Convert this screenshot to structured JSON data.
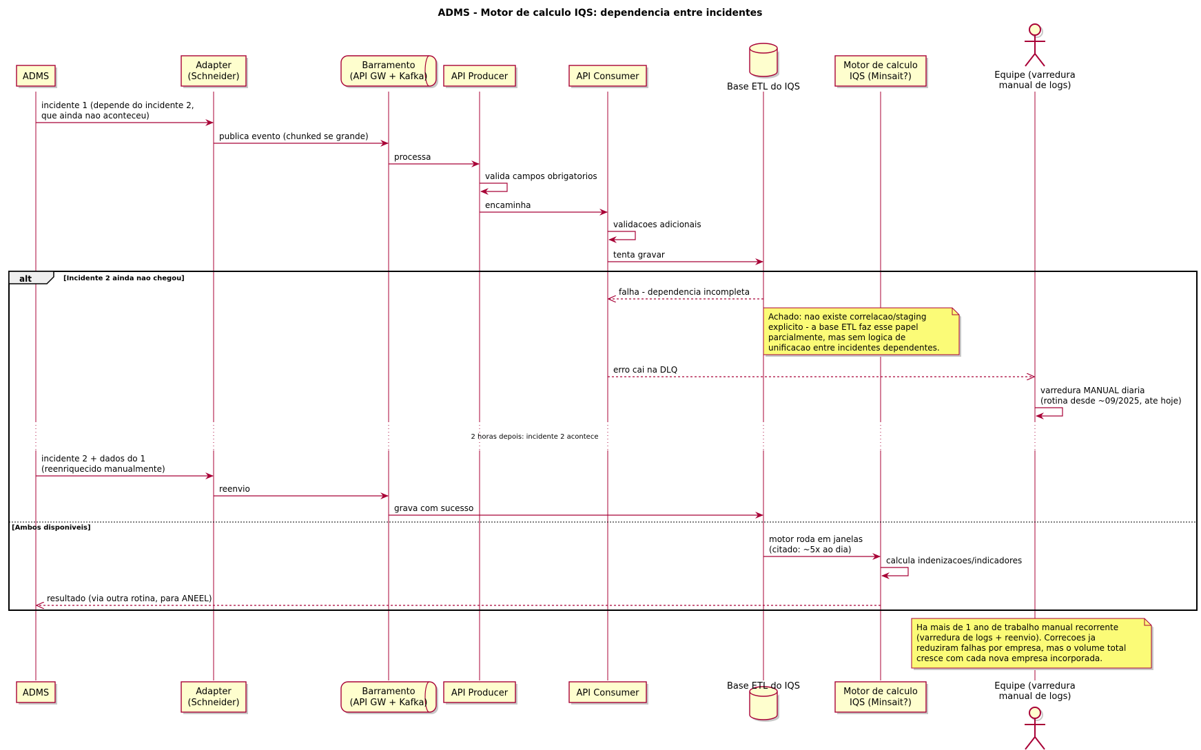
{
  "title": "ADMS - Motor de calculo IQS: dependencia entre incidentes",
  "participants": [
    {
      "id": "adms",
      "label": [
        "ADMS"
      ]
    },
    {
      "id": "adapter",
      "label": [
        "Adapter",
        "(Schneider)"
      ]
    },
    {
      "id": "barramento",
      "label": [
        "Barramento",
        "(API GW + Kafka)"
      ]
    },
    {
      "id": "producer",
      "label": [
        "API Producer"
      ]
    },
    {
      "id": "consumer",
      "label": [
        "API Consumer"
      ]
    },
    {
      "id": "etl",
      "label": [
        "Base ETL do IQS"
      ]
    },
    {
      "id": "motor",
      "label": [
        "Motor de calculo",
        "IQS (Minsait?)"
      ]
    },
    {
      "id": "equipe",
      "label": [
        "Equipe (varredura",
        "manual de logs)"
      ]
    }
  ],
  "messages": [
    {
      "from": "adms",
      "to": "adapter",
      "style": "solid",
      "label": [
        "incidente 1 (depende do incidente 2,",
        "que ainda nao aconteceu)"
      ]
    },
    {
      "from": "adapter",
      "to": "barramento",
      "style": "solid",
      "label": [
        "publica evento (chunked se grande)"
      ]
    },
    {
      "from": "barramento",
      "to": "producer",
      "style": "solid",
      "label": [
        "processa"
      ]
    },
    {
      "from": "producer",
      "to": "producer",
      "style": "solid",
      "label": [
        "valida campos obrigatorios"
      ]
    },
    {
      "from": "producer",
      "to": "consumer",
      "style": "solid",
      "label": [
        "encaminha"
      ]
    },
    {
      "from": "consumer",
      "to": "consumer",
      "style": "solid",
      "label": [
        "validacoes adicionais"
      ]
    },
    {
      "from": "consumer",
      "to": "etl",
      "style": "solid",
      "label": [
        "tenta gravar"
      ]
    },
    {
      "from": "etl",
      "to": "consumer",
      "style": "dashed",
      "label": [
        "falha - dependencia incompleta"
      ]
    },
    {
      "from": "consumer",
      "to": "equipe",
      "style": "dashed",
      "label": [
        "erro cai na DLQ"
      ]
    },
    {
      "from": "equipe",
      "to": "equipe",
      "style": "solid",
      "label": [
        "varredura MANUAL diaria",
        "(rotina desde ~09/2025, ate hoje)"
      ]
    },
    {
      "from": "adms",
      "to": "adapter",
      "style": "solid",
      "label": [
        "incidente 2 + dados do 1",
        "(reenriquecido manualmente)"
      ]
    },
    {
      "from": "adapter",
      "to": "barramento",
      "style": "solid",
      "label": [
        "reenvio"
      ]
    },
    {
      "from": "barramento",
      "to": "etl",
      "style": "solid",
      "label": [
        "grava com sucesso"
      ]
    },
    {
      "from": "etl",
      "to": "motor",
      "style": "solid",
      "label": [
        "motor roda em janelas",
        "(citado: ~5x ao dia)"
      ]
    },
    {
      "from": "motor",
      "to": "motor",
      "style": "solid",
      "label": [
        "calcula indenizacoes/indicadores"
      ]
    },
    {
      "from": "motor",
      "to": "adms",
      "style": "dashed",
      "label": [
        "resultado (via outra rotina, para ANEEL)"
      ]
    }
  ],
  "fragment": {
    "tag": "alt",
    "guard1": "[Incidente 2 ainda nao chegou]",
    "guard2": "[Ambos disponiveis]"
  },
  "delay": "2 horas depois: incidente 2 acontece",
  "notes": [
    {
      "lines": [
        "Achado: nao existe correlacao/staging",
        "explicito - a base ETL faz esse papel",
        "parcialmente, mas sem logica de",
        "unificacao entre incidentes dependentes."
      ]
    },
    {
      "lines": [
        "Ha mais de 1 ano de trabalho manual recorrente",
        "(varredura de logs + reenvio). Correcoes ja",
        "reduziram falhas por empresa, mas o volume total",
        "cresce com cada nova empresa incorporada."
      ]
    }
  ],
  "colors": {
    "line": "#a80036",
    "box_fill": "#fefece",
    "note_fill": "#fbfb77",
    "shadow": "#c8c8c8"
  }
}
